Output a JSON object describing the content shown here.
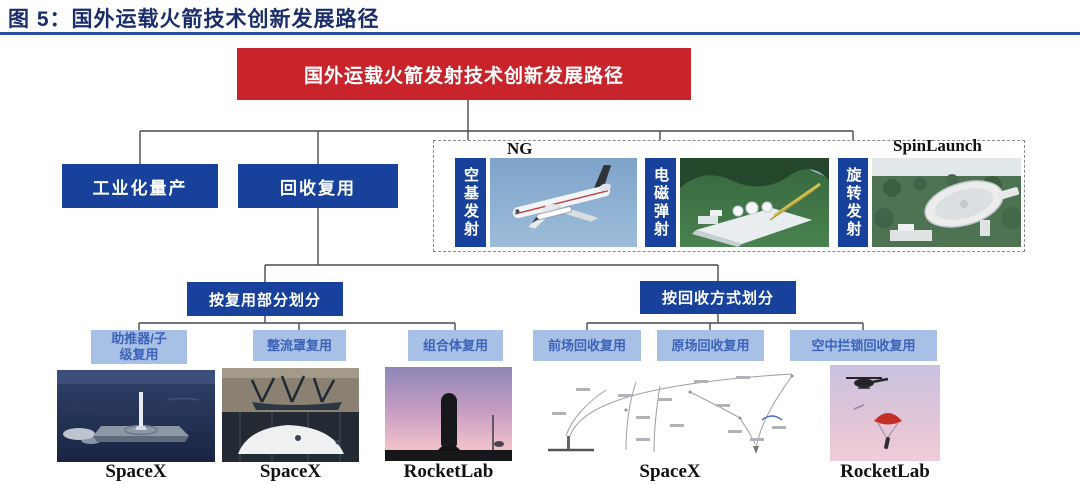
{
  "figure": {
    "caption": "图 5：国外运载火箭技术创新发展路径"
  },
  "diagram": {
    "root_label": "国外运载火箭发射技术创新发展路径",
    "level1": {
      "industrial": "工业化量产",
      "recovery": "回收复用"
    },
    "launch_tech_group": {
      "ng_label": "NG",
      "spinlaunch_label": "SpinLaunch",
      "air_launch": "空基发射",
      "em_launch": "电磁弹射",
      "spin_launch": "旋转发射"
    },
    "by_reuse_part": {
      "title": "按复用部分划分",
      "children": [
        "助推器/子\n级复用",
        "整流罩复用",
        "组合体复用"
      ]
    },
    "by_recovery_method": {
      "title": "按回收方式划分",
      "children": [
        "前场回收复用",
        "原场回收复用",
        "空中拦锁回收复用"
      ]
    },
    "company_labels": [
      "SpaceX",
      "SpaceX",
      "RocketLab",
      "SpaceX",
      "RocketLab"
    ],
    "photos": {
      "air_launch_photo": "carrier-aircraft-with-rocket",
      "em_launch_photo": "electromagnetic-catapult-concept",
      "spin_launch_photo": "spinlaunch-accelerator-facility",
      "booster_photo": "falcon-booster-on-droneship",
      "fairing_photo": "fairing-catch-ship-and-fairing",
      "combo_photo": "neutron-rocket-at-sunset",
      "downrange_photo": "flight-trajectory-diagram",
      "midair_photo": "helicopter-parachute-catch"
    },
    "colors": {
      "caption_navy": "#1c2d6b",
      "caption_rule_blue": "#2b4fa0",
      "root_red": "#c9242b",
      "node_blue": "#17419b",
      "leaf_bg_blue": "#a9c0e6",
      "leaf_text_blue": "#3c63b8",
      "connector_gray": "#4a4a4a"
    }
  }
}
